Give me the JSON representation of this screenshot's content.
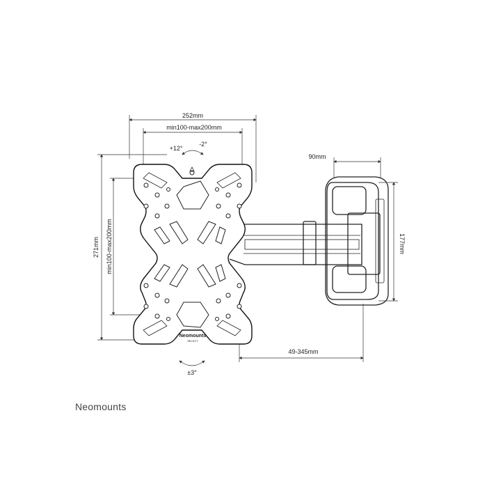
{
  "dimensions": {
    "plate_width": "252mm",
    "vesa_width": "min100-max200mm",
    "plate_height": "271mm",
    "vesa_height": "min100-max200mm",
    "bracket_width": "90mm",
    "bracket_height": "177mm",
    "extension": "49-345mm"
  },
  "angles": {
    "tilt_up": "+12°",
    "tilt_down": "-2°",
    "rotation": "±3°"
  },
  "plate_logo": {
    "brand": "Neomounts",
    "sub": "SELECT"
  },
  "footer_brand": "Neomounts"
}
